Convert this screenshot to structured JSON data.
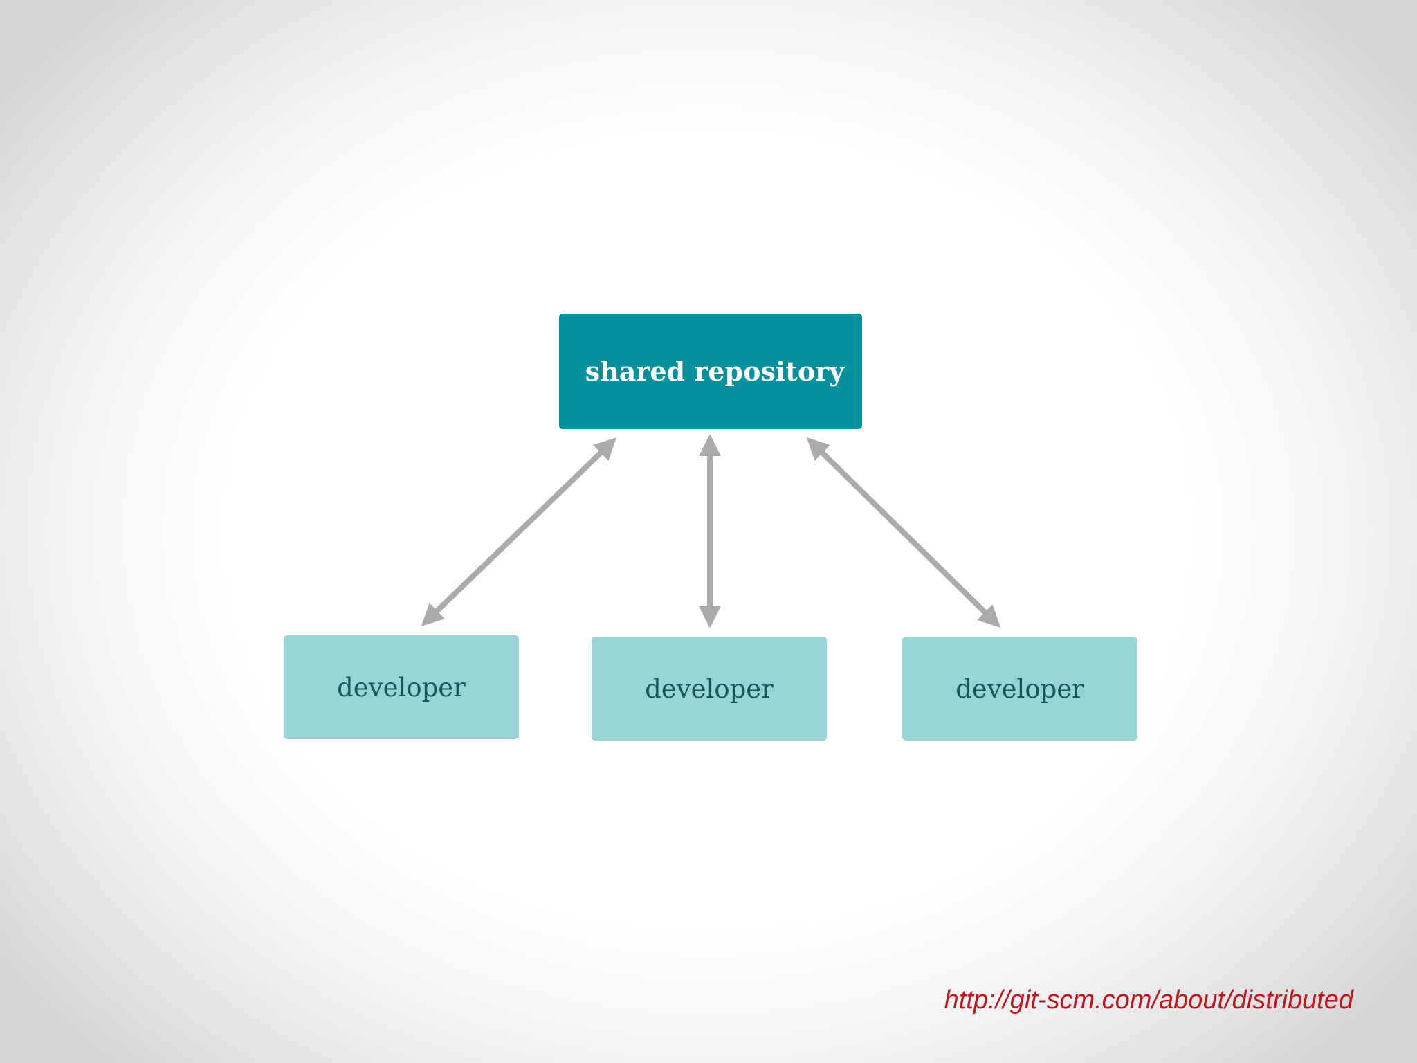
{
  "diagram": {
    "repository": {
      "label": "shared repository"
    },
    "developers": [
      {
        "label": "developer"
      },
      {
        "label": "developer"
      },
      {
        "label": "developer"
      }
    ],
    "connections": [
      {
        "from": "developer 1",
        "to": "shared repository",
        "type": "bidirectional"
      },
      {
        "from": "developer 2",
        "to": "shared repository",
        "type": "bidirectional"
      },
      {
        "from": "developer 3",
        "to": "shared repository",
        "type": "bidirectional"
      }
    ],
    "colors": {
      "repository_fill": "#05909b",
      "repository_text": "#ffffff",
      "developer_fill": "#99d3d6",
      "developer_text": "#17565b",
      "arrow": "#ababab",
      "source_link": "#c0171c"
    }
  },
  "footer": {
    "source_url": "http://git-scm.com/about/distributed"
  }
}
